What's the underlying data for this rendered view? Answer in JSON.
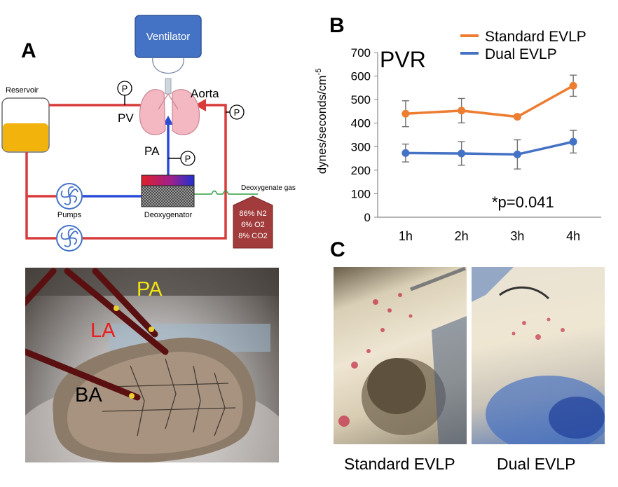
{
  "panels": {
    "a": "A",
    "b": "B",
    "c": "C"
  },
  "diagram": {
    "ventilator": "Ventilator",
    "reservoir": "Reservoir",
    "pv": "PV",
    "pa": "PA",
    "aorta": "Aorta",
    "pumps": "Pumps",
    "deoxygenator": "Deoxygenator",
    "deoxygenate_gas": "Deoxygenate gas",
    "gas_mix": [
      "86% N2",
      "6% O2",
      "8% CO2"
    ],
    "pressure_symbol": "P"
  },
  "photo_labels": {
    "pa": "PA",
    "la": "LA",
    "ba": "BA"
  },
  "captions": {
    "standard": "Standard EVLP",
    "dual": "Dual EVLP"
  },
  "colors": {
    "orange": "#ED7D31",
    "blue": "#4472C4",
    "red_line": "#D93A3A",
    "blue_line": "#2B4BD6",
    "green_line": "#2E9E3E",
    "gas_box": "#A23B3B",
    "ventilator": "#4472C4"
  },
  "chart_data": {
    "type": "line",
    "title": "PVR",
    "ylabel": "dynes/seconds/cm",
    "ylabel_sup": "-5",
    "categories": [
      "1h",
      "2h",
      "3h",
      "4h"
    ],
    "ylim": [
      0,
      700
    ],
    "yticks": [
      0,
      100,
      200,
      300,
      400,
      500,
      600,
      700
    ],
    "annotation": "*p=0.041",
    "legend_position": "top-right",
    "series": [
      {
        "name": "Standard EVLP",
        "color": "#ED7D31",
        "values": [
          440,
          453,
          427,
          559
        ],
        "errors": [
          55,
          52,
          8,
          45
        ]
      },
      {
        "name": "Dual EVLP",
        "color": "#4472C4",
        "values": [
          273,
          271,
          267,
          321
        ],
        "errors": [
          38,
          50,
          62,
          48
        ]
      }
    ]
  }
}
